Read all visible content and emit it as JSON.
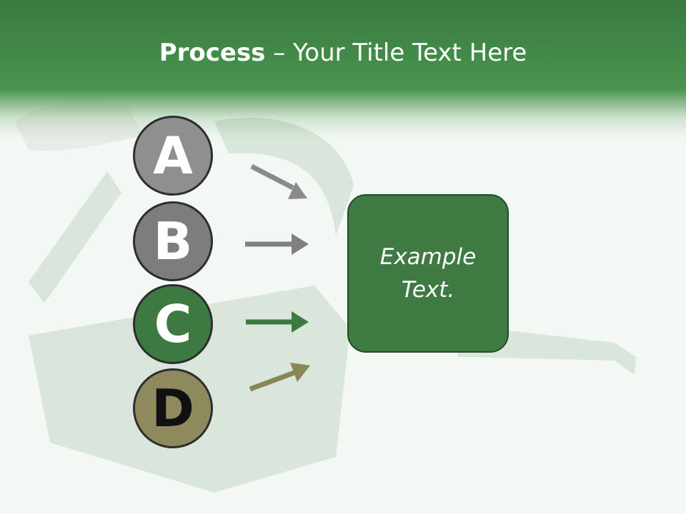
{
  "slide": {
    "title_bold": "Process",
    "title_rest": " – Your Title Text Here"
  },
  "steps": [
    {
      "letter": "A",
      "color": "#8f8f8f",
      "arrow_color": "#8a8a8a"
    },
    {
      "letter": "B",
      "color": "#7d7d7d",
      "arrow_color": "#808080"
    },
    {
      "letter": "C",
      "color": "#3c7a41",
      "arrow_color": "#3c7a41"
    },
    {
      "letter": "D",
      "color": "#8f8a5e",
      "arrow_color": "#8a8656"
    }
  ],
  "result_box": {
    "text": "Example Text.",
    "color": "#3f7a43"
  }
}
